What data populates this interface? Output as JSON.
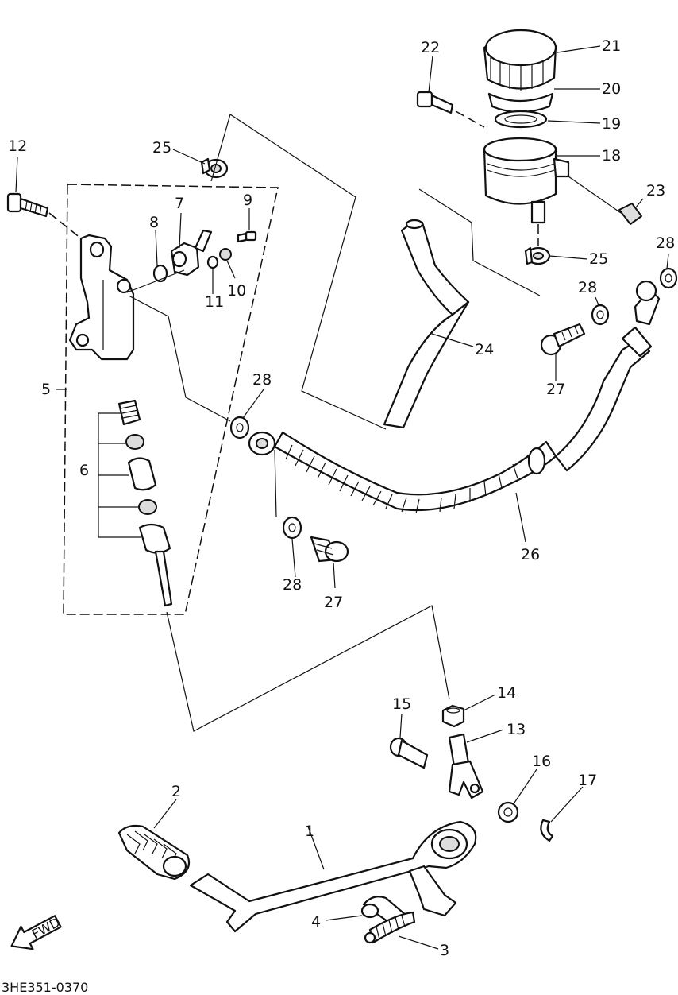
{
  "diagram": {
    "code": "3HE351-0370",
    "fwd_label": "FWD",
    "callouts": {
      "n1": "1",
      "n2": "2",
      "n3": "3",
      "n4": "4",
      "n5": "5",
      "n6": "6",
      "n7": "7",
      "n8": "8",
      "n9": "9",
      "n10": "10",
      "n11": "11",
      "n12": "12",
      "n13": "13",
      "n14": "14",
      "n15": "15",
      "n16": "16",
      "n17": "17",
      "n18": "18",
      "n19": "19",
      "n20": "20",
      "n21": "21",
      "n22": "22",
      "n23": "23",
      "n24": "24",
      "n25": "25",
      "n26": "26",
      "n27": "27",
      "n28": "28"
    }
  }
}
